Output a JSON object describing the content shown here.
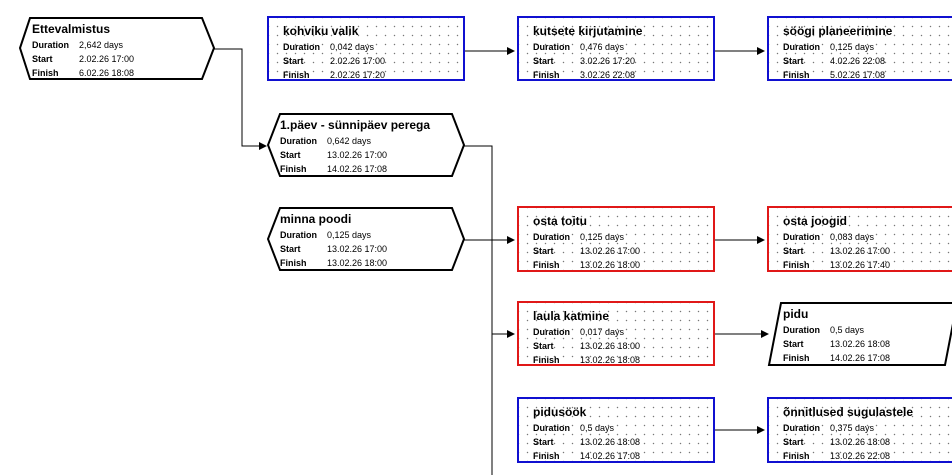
{
  "labels": {
    "duration": "Duration",
    "start": "Start",
    "finish": "Finish"
  },
  "colors": {
    "summary_border": "#000000",
    "critical_border": "#e01818",
    "normal_border": "#1010d0",
    "connector": "#000000"
  },
  "nodes": [
    {
      "id": "ettevalmistus",
      "title": "Ettevalmistus",
      "duration": "2,642 days",
      "start": "2.02.26 17:00",
      "finish": "6.02.26 18:08"
    },
    {
      "id": "kohviku-valik",
      "title": "kohviku valik",
      "duration": "0,042 days",
      "start": "2.02.26 17:00",
      "finish": "2.02.26 17:20"
    },
    {
      "id": "kutsete-kirjutamine",
      "title": "kutsete kirjutamine",
      "duration": "0,476 days",
      "start": "3.02.26 17:20",
      "finish": "3.02.26 22:08"
    },
    {
      "id": "soogi-planeerimine",
      "title": "söögi planeerimine",
      "duration": "0,125 days",
      "start": "4.02.26 22:08",
      "finish": "5.02.26 17:08"
    },
    {
      "id": "paev-sunnipaev-perega",
      "title": "1.päev -  sünnipäev perega",
      "duration": "0,642 days",
      "start": "13.02.26 17:00",
      "finish": "14.02.26 17:08"
    },
    {
      "id": "minna-poodi",
      "title": "minna poodi",
      "duration": "0,125 days",
      "start": "13.02.26 17:00",
      "finish": "13.02.26 18:00"
    },
    {
      "id": "osta-toitu",
      "title": "osta toitu",
      "duration": "0,125 days",
      "start": "13.02.26 17:00",
      "finish": "13.02.26 18:00"
    },
    {
      "id": "osta-joogid",
      "title": "osta joogid",
      "duration": "0,083 days",
      "start": "13.02.26 17:00",
      "finish": "13.02.26 17:40"
    },
    {
      "id": "laula-katmine",
      "title": "laula katmine",
      "duration": "0,017 days",
      "start": "13.02.26 18:00",
      "finish": "13.02.26 18:08"
    },
    {
      "id": "pidu",
      "title": "pidu",
      "duration": "0,5 days",
      "start": "13.02.26 18:08",
      "finish": "14.02.26 17:08"
    },
    {
      "id": "pidusook",
      "title": "pidusöök",
      "duration": "0,5 days",
      "start": "13.02.26 18:08",
      "finish": "14.02.26 17:08"
    },
    {
      "id": "onnitlused-sugulastele",
      "title": "õnnitlused sugulastele",
      "duration": "0,375 days",
      "start": "13.02.26 18:08",
      "finish": "13.02.26 22:08"
    }
  ]
}
